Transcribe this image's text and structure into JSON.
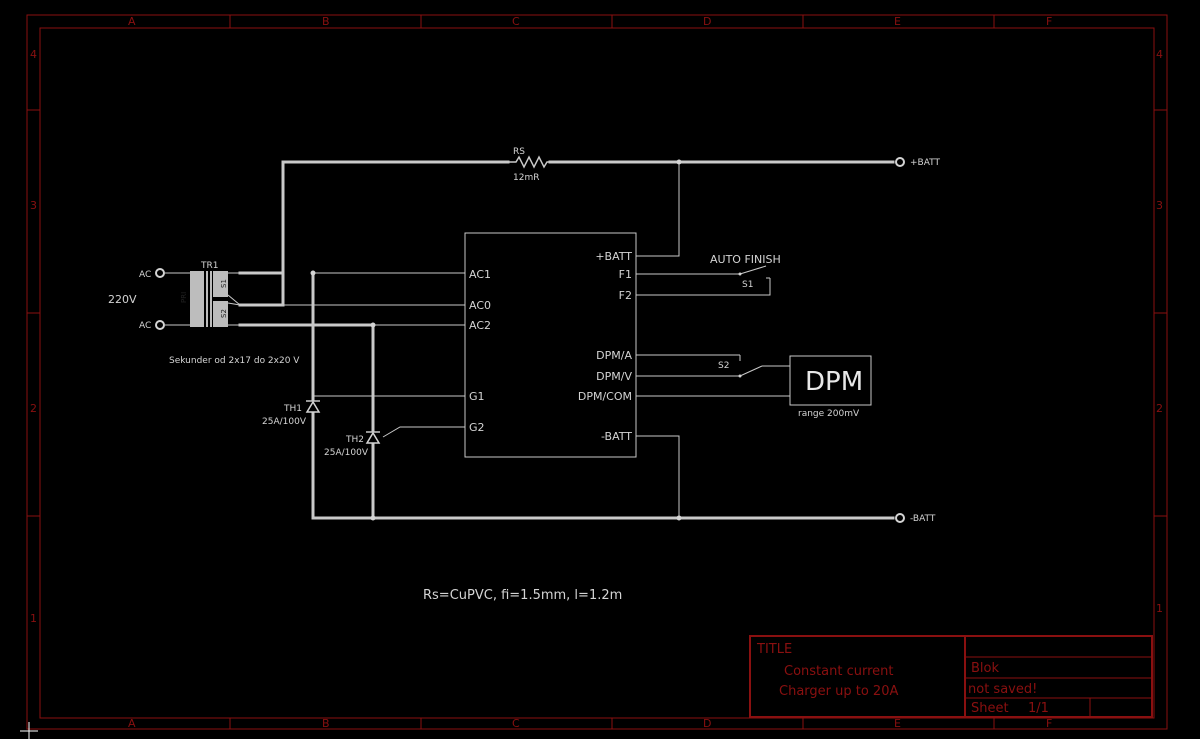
{
  "frame": {
    "columns": [
      "A",
      "B",
      "C",
      "D",
      "E",
      "F"
    ],
    "rows": [
      "4",
      "3",
      "2",
      "1"
    ]
  },
  "components": {
    "rs": {
      "name": "RS",
      "value": "12mR"
    },
    "tr1": {
      "name": "TR1",
      "primary": "PRI",
      "sec1": "S1",
      "sec2": "S2"
    },
    "ac_top": "AC",
    "ac_bottom": "AC",
    "voltage": "220V",
    "secondary_note": "Sekunder od 2x17 do 2x20 V",
    "th1": {
      "name": "TH1",
      "value": "25A/100V"
    },
    "th2": {
      "name": "TH2",
      "value": "25A/100V"
    },
    "s1": {
      "name": "S1",
      "label": "AUTO FINISH"
    },
    "s2": {
      "name": "S2"
    },
    "dpm": {
      "name": "DPM",
      "range": "range 200mV"
    },
    "batt_pos": "+BATT",
    "batt_neg": "-BATT"
  },
  "block": {
    "pins_left": [
      "AC1",
      "AC0",
      "AC2",
      "G1",
      "G2"
    ],
    "pins_right": [
      "+BATT",
      "F1",
      "F2",
      "DPM/A",
      "DPM/V",
      "DPM/COM",
      "-BATT"
    ]
  },
  "note": "Rs=CuPVC, fi=1.5mm, l=1.2m",
  "title_block": {
    "title_label": "TITLE",
    "title_line1": "Constant current",
    "title_line2": "Charger up to 20A",
    "doc": "Blok",
    "status": "not saved!",
    "sheet_label": "Sheet",
    "sheet_value": "1/1"
  },
  "colors": {
    "frame": "#8a1010",
    "wire": "#c9c9c9",
    "background": "#000000"
  }
}
